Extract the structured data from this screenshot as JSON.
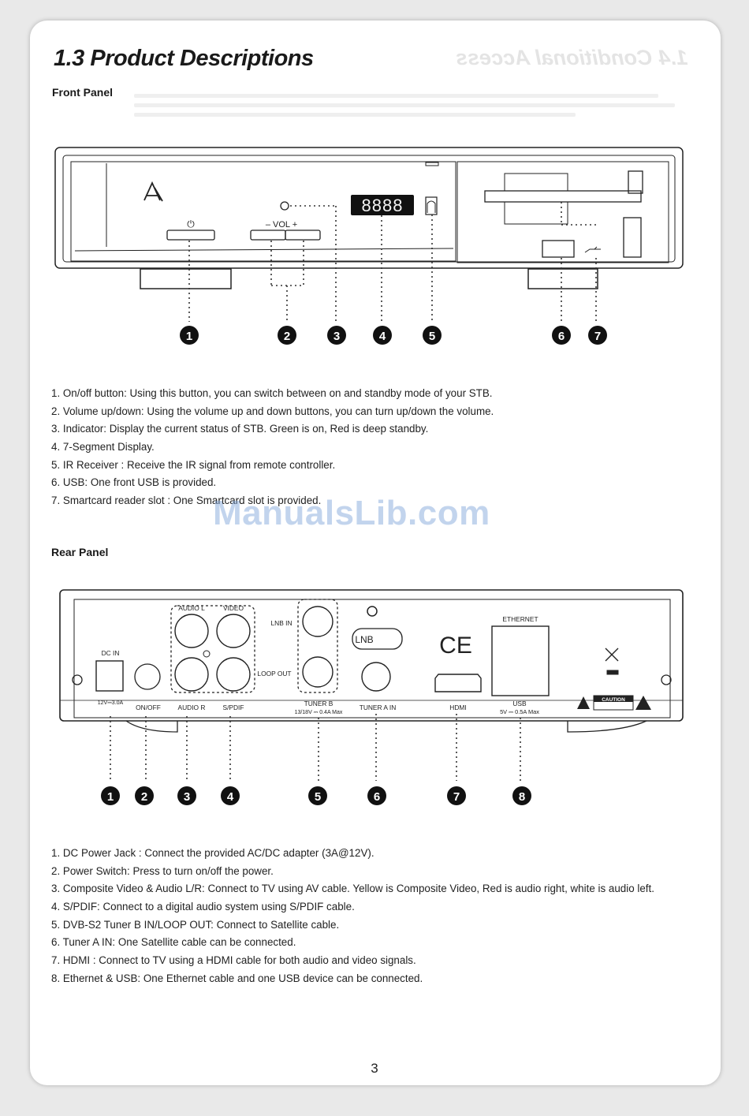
{
  "page": {
    "title": "1.3 Product Descriptions",
    "ghost_heading": "1.4 Conditional Access",
    "page_number": "3",
    "watermark": "ManualsLib.com"
  },
  "front_panel": {
    "heading": "Front Panel",
    "device_labels": {
      "power_symbol": "⏻",
      "vol_label": "–  VOL  +",
      "display_digits": "8888"
    },
    "callouts": [
      "1",
      "2",
      "3",
      "4",
      "5",
      "6",
      "7"
    ],
    "descriptions": [
      "1. On/off button: Using this button, you can switch between on and standby mode of your STB.",
      "2. Volume up/down: Using the volume up and down buttons, you can turn up/down the volume.",
      "3. Indicator: Display the current status of STB. Green is on, Red is deep standby.",
      "4. 7-Segment Display.",
      "5. IR Receiver : Receive the IR signal from remote controller.",
      "6. USB: One front USB is provided.",
      "7. Smartcard reader slot : One Smartcard slot is provided."
    ]
  },
  "rear_panel": {
    "heading": "Rear Panel",
    "device_labels": {
      "dc_in": "DC IN",
      "dc_rating": "12V⎓3.0A",
      "on_off": "ON/OFF",
      "audio_l": "AUDIO L",
      "video": "VIDEO",
      "audio_r": "AUDIO R",
      "spdif": "S/PDIF",
      "lnb_in": "LNB IN",
      "loop_out": "LOOP OUT",
      "tuner_b": "TUNER B",
      "tuner_b_rating": "13/18V ⎓ 0.4A  Max",
      "lnb_badge": "LNB",
      "tuner_a_in": "TUNER A IN",
      "ce_mark": "CE",
      "hdmi": "HDMI",
      "ethernet": "ETHERNET",
      "usb": "USB",
      "usb_rating": "5V ⎓ 0.5A Max",
      "caution": "CAUTION"
    },
    "callouts": [
      "1",
      "2",
      "3",
      "4",
      "5",
      "6",
      "7",
      "8"
    ],
    "descriptions": [
      "1. DC Power Jack : Connect the provided AC/DC adapter (3A@12V).",
      "2. Power Switch: Press to turn on/off the power.",
      "3. Composite Video & Audio L/R: Connect to TV using AV cable. Yellow is Composite Video, Red is audio right, white is audio left.",
      "4. S/PDIF: Connect to a digital audio system using S/PDIF cable.",
      "5. DVB-S2 Tuner B IN/LOOP OUT: Connect to Satellite cable.",
      "6. Tuner A IN: One Satellite cable can be connected.",
      "7. HDMI : Connect to TV using a HDMI cable for both audio and video signals.",
      "8. Ethernet & USB: One Ethernet cable and one USB device can be connected."
    ]
  }
}
